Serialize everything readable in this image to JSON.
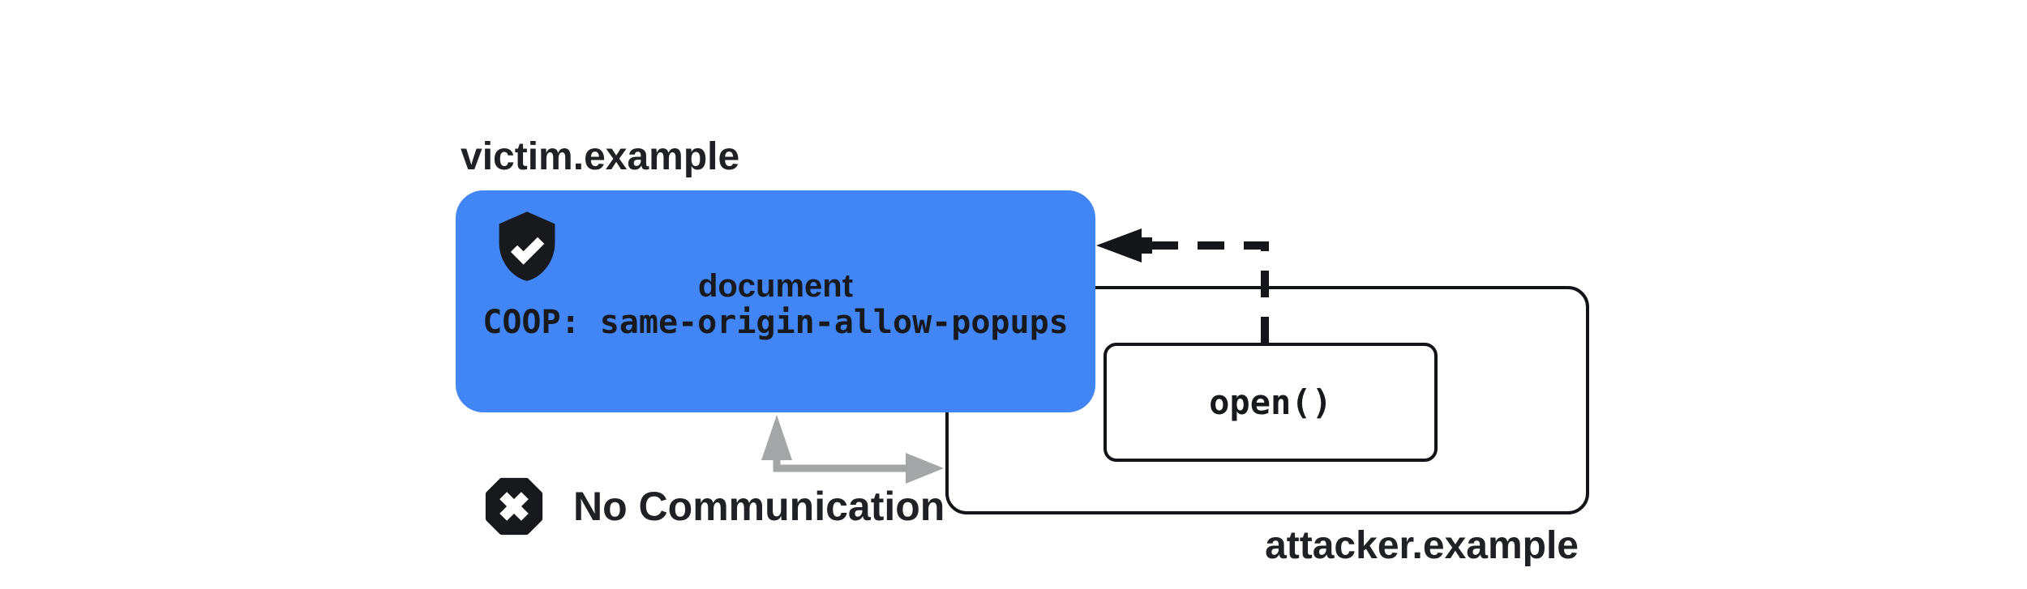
{
  "diagram": {
    "victim": {
      "domain_label": "victim.example",
      "document_box": {
        "line1": "document",
        "line2": "COOP: same-origin-allow-popups",
        "icon": "shield-check-icon",
        "fill_color": "#4285F4"
      }
    },
    "attacker": {
      "domain_label": "attacker.example",
      "popup_call": "open()"
    },
    "blocked_communication": {
      "label": "No Communication",
      "icon": "octagon-x-icon"
    },
    "arrows": {
      "popup_open_arrow": "dashed-elbow-arrow-from-open-to-victim",
      "blocked_arrow": "gray-elbow-arrow-between-victim-and-attacker",
      "black_color": "#141619",
      "gray_color": "#A4A6A8"
    }
  }
}
